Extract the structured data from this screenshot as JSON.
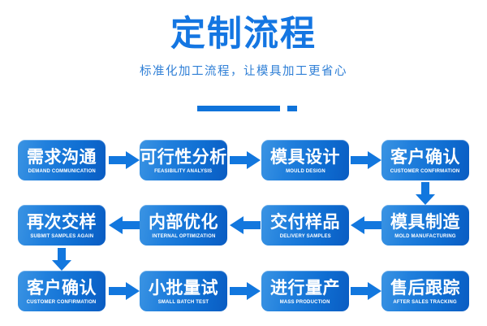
{
  "header": {
    "title": "定制流程",
    "subtitle": "标准化加工流程，让模具加工更省心",
    "accent_color": "#1476e2",
    "divider_color": "#0f73da"
  },
  "theme": {
    "box_gradient_from": "#3b94e3",
    "box_gradient_to": "#0a5cc2",
    "arrow_color": "#1277de",
    "text_color": "#ffffff",
    "background": "#ffffff"
  },
  "flow": {
    "rows": [
      {
        "direction": "left-to-right",
        "nodes": [
          {
            "cn": "需求沟通",
            "en": "DEMAND COMMUNICATION"
          },
          {
            "cn": "可行性分析",
            "en": "FEASIBILITY ANALYSIS"
          },
          {
            "cn": "模具设计",
            "en": "MOULD DESIGN"
          },
          {
            "cn": "客户确认",
            "en": "CUSTOMER CONFIRMATION"
          }
        ]
      },
      {
        "direction": "right-to-left",
        "nodes": [
          {
            "cn": "再次交样",
            "en": "SUBMIT SAMPLES AGAIN"
          },
          {
            "cn": "内部优化",
            "en": "INTERNAL OPTIMIZATION"
          },
          {
            "cn": "交付样品",
            "en": "DELIVERY SAMPLES"
          },
          {
            "cn": "模具制造",
            "en": "MOLD MANUFACTURING"
          }
        ]
      },
      {
        "direction": "left-to-right",
        "nodes": [
          {
            "cn": "客户确认",
            "en": "CUSTOMER CONFIRMATION"
          },
          {
            "cn": "小批量试",
            "en": "SMALL BATCH TEST"
          },
          {
            "cn": "进行量产",
            "en": "MASS PRODUCTION"
          },
          {
            "cn": "售后跟踪",
            "en": "AFTER SALES TRACKING"
          }
        ]
      }
    ],
    "connectors": {
      "row1_to_row2": "down-arrow-right-side",
      "row2_to_row3": "down-arrow-left-side"
    }
  }
}
